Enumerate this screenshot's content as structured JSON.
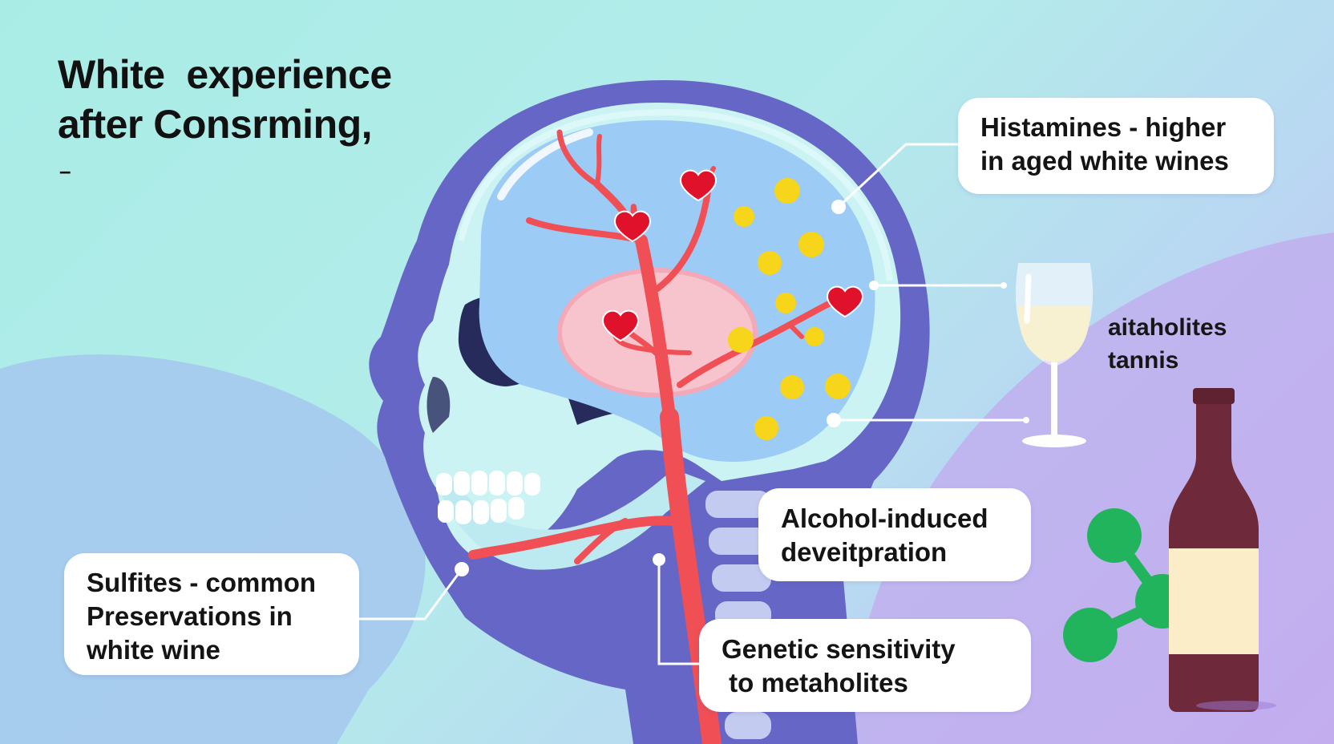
{
  "title": {
    "line1": "White  experience",
    "line2": "after Consrming,",
    "mark": "–"
  },
  "callouts": {
    "histamines": {
      "line1": "Histamines - higher",
      "line2": "in aged white wines"
    },
    "alcohol": {
      "line1": "Alcohol-induced",
      "line2": "deveitpration"
    },
    "genetic": {
      "line1": "Genetic sensitivity",
      "line2": " to metaholites"
    },
    "sulfites": {
      "line1": "Sulfites - common",
      "line2": "Preservations in",
      "line3": "white wine"
    }
  },
  "side_label": {
    "line1": "aitaholites",
    "line2": "tannis"
  },
  "colors": {
    "head": "#6566c6",
    "skull": "#ccf3f3",
    "brain": "#9ccbf6",
    "vessels": "#ef4f55",
    "histamine_dots": "#f6d51a",
    "molecule": "#22b45c",
    "bottle": "#6e2a3a",
    "bottle_label": "#fbedc8",
    "wine": "#f7f1d2"
  },
  "icons": [
    "head-silhouette",
    "skull",
    "brain",
    "blood-vessels",
    "heart-icon",
    "wine-glass-icon",
    "wine-bottle-icon",
    "molecule-icon"
  ]
}
